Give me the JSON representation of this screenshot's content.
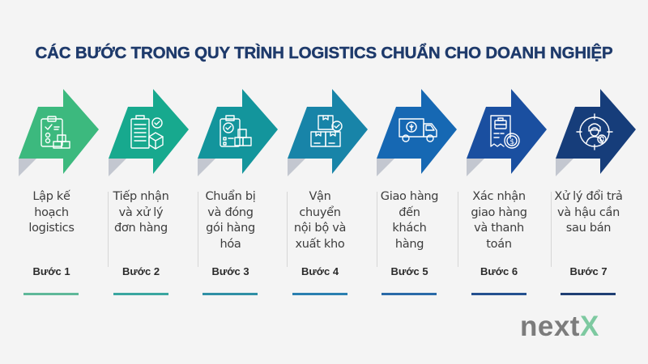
{
  "title": "CÁC BƯỚC TRONG QUY TRÌNH LOGISTICS CHUẨN CHO DOANH NGHIỆP",
  "steps": [
    {
      "step_label": "Bước 1",
      "lines": [
        "Lập kế",
        "hoạch",
        "logistics"
      ],
      "icon": "clipboard-checklist-boxes-icon",
      "color": "#3cb97e",
      "underline_color": "#5fb899"
    },
    {
      "step_label": "Bước 2",
      "lines": [
        "Tiếp nhận",
        "và xử lý",
        "đơn hàng"
      ],
      "icon": "order-list-package-check-icon",
      "color": "#17a98e",
      "underline_color": "#3aa6a0"
    },
    {
      "step_label": "Bước 3",
      "lines": [
        "Chuẩn bị",
        "và đóng",
        "gói hàng",
        "hóa"
      ],
      "icon": "clipboard-check-boxes-icon",
      "color": "#13959c",
      "underline_color": "#2f8fa5"
    },
    {
      "step_label": "Bước 4",
      "lines": [
        "Vận",
        "chuyển",
        "nội bộ và",
        "xuất kho"
      ],
      "icon": "stacked-boxes-check-icon",
      "color": "#1884a8",
      "underline_color": "#2a7fb0"
    },
    {
      "step_label": "Bước 5",
      "lines": [
        "Giao hàng",
        "đến",
        "khách",
        "hàng"
      ],
      "icon": "delivery-truck-icon",
      "color": "#1668b3",
      "underline_color": "#2a6aa8"
    },
    {
      "step_label": "Bước 6",
      "lines": [
        "Xác nhận",
        "giao hàng",
        "và thanh",
        "toán"
      ],
      "icon": "invoice-payment-icon",
      "color": "#1a4fa0",
      "underline_color": "#24508f"
    },
    {
      "step_label": "Bước 7",
      "lines": [
        "Xử lý đổi trả",
        "và hậu cần",
        "sau bán"
      ],
      "icon": "customer-target-return-icon",
      "color": "#163d7a",
      "underline_color": "#1f3e73"
    }
  ],
  "shadow_color": "#c3c7d0",
  "logo": {
    "part1": "next",
    "part2": "X"
  }
}
